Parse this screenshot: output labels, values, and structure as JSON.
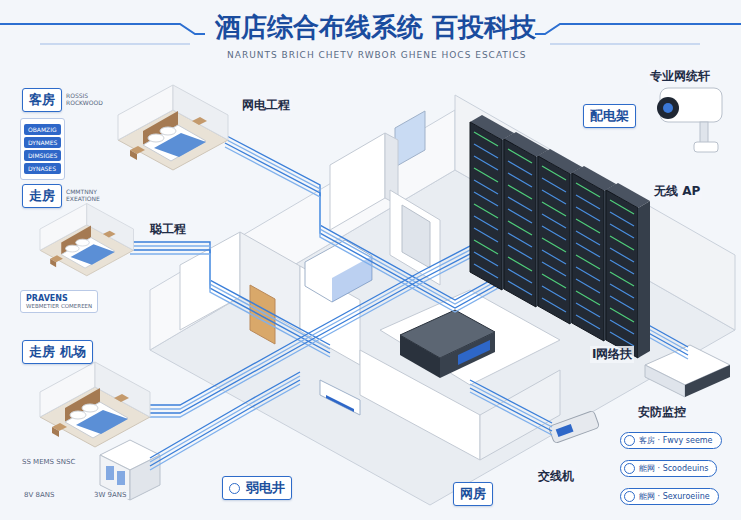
{
  "diagram": {
    "title": "酒店综合布线系统 百投科技",
    "nodes": [
      {
        "text": [
          "客房",
          "ROSSIS ROCKWOOD"
        ]
      },
      {
        "text": [
          "OBAMZIG",
          "DYNAMES",
          "DIMSIGES",
          "DYNASES"
        ]
      },
      {
        "text": [
          "走房",
          "CMMTNNY EXEATIONE"
        ]
      },
      {
        "text": [
          "PRAVENS",
          "WEBMETIER COMEREEN"
        ]
      },
      {
        "text": [
          "走房 机场"
        ]
      },
      {
        "text": [
          "配电架"
        ]
      },
      {
        "text": [
          "弱电井"
        ]
      },
      {
        "text": [
          "网房"
        ]
      },
      {
        "text": [
          "客房 · Fwvy seeme"
        ]
      },
      {
        "text": [
          "能网 · Scoodeuins"
        ]
      },
      {
        "text": [
          "能网 · Sexuroeiine"
        ]
      }
    ],
    "labels": [
      "NARUNTS BRICH CHETV RWBOR GHENE HOCS ESCATICS",
      "网电工程",
      "聪工程",
      "专业网统轩",
      "无线 AP",
      "安防监控",
      "交线机",
      "I网络扶",
      "SS MEMS SNSC",
      "8V 8ANS",
      "3W 9ANS"
    ]
  }
}
